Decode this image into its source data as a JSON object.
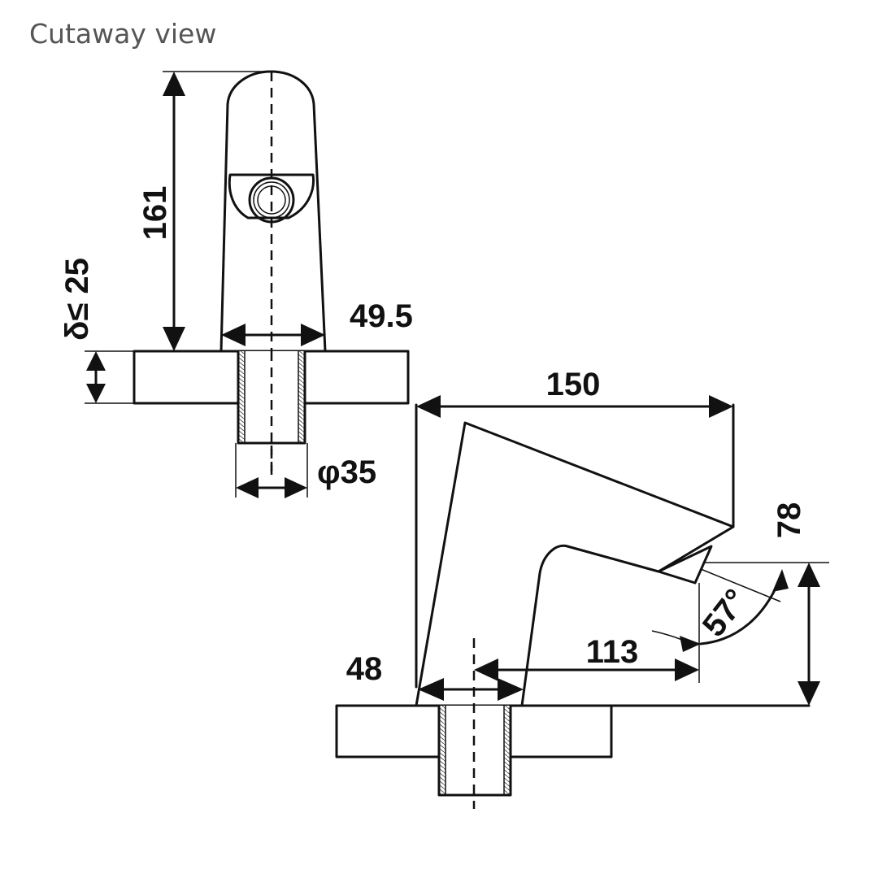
{
  "title": "Cutaway view",
  "dimensions": {
    "height": "161",
    "thickness": "δ≤ 25",
    "spout_width": "49.5",
    "thread_diameter": "φ35",
    "length": "150",
    "reach": "113",
    "base": "48",
    "outlet_height": "78",
    "angle": "57°"
  }
}
